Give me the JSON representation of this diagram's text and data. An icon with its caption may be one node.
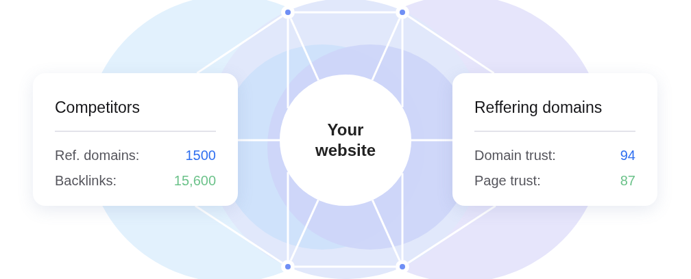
{
  "diagram": {
    "nodes": [
      {
        "text": [
          "Competitors",
          "Ref. domains:",
          "1500",
          "Backlinks:",
          "15,600"
        ]
      },
      {
        "text": [
          "Your website"
        ]
      },
      {
        "text": [
          "Reffering domains",
          "Domain trust:",
          "94",
          "Page trust:",
          "87"
        ]
      },
      {
        "text": [],
        "shape": "circle"
      },
      {
        "text": [],
        "shape": "circle"
      },
      {
        "text": [],
        "shape": "circle"
      },
      {
        "text": [],
        "shape": "circle"
      }
    ],
    "edges": [
      {
        "from": 0,
        "to": 1,
        "arrow": "none"
      },
      {
        "from": 1,
        "to": 2,
        "arrow": "none"
      },
      {
        "from": 3,
        "to": 4,
        "arrow": "none"
      },
      {
        "from": 5,
        "to": 6,
        "arrow": "none"
      },
      {
        "from": 3,
        "to": 1,
        "arrow": "none"
      },
      {
        "from": 3,
        "to": 1,
        "arrow": "none"
      },
      {
        "from": 4,
        "to": 1,
        "arrow": "none"
      },
      {
        "from": 4,
        "to": 1,
        "arrow": "none"
      },
      {
        "from": 5,
        "to": 1,
        "arrow": "none"
      },
      {
        "from": 5,
        "to": 1,
        "arrow": "none"
      },
      {
        "from": 6,
        "to": 1,
        "arrow": "none"
      },
      {
        "from": 6,
        "to": 1,
        "arrow": "none"
      },
      {
        "from": 3,
        "to": 0,
        "arrow": "none"
      },
      {
        "from": 5,
        "to": 0,
        "arrow": "none"
      },
      {
        "from": 4,
        "to": 2,
        "arrow": "none"
      },
      {
        "from": 6,
        "to": 2,
        "arrow": "none"
      }
    ]
  }
}
